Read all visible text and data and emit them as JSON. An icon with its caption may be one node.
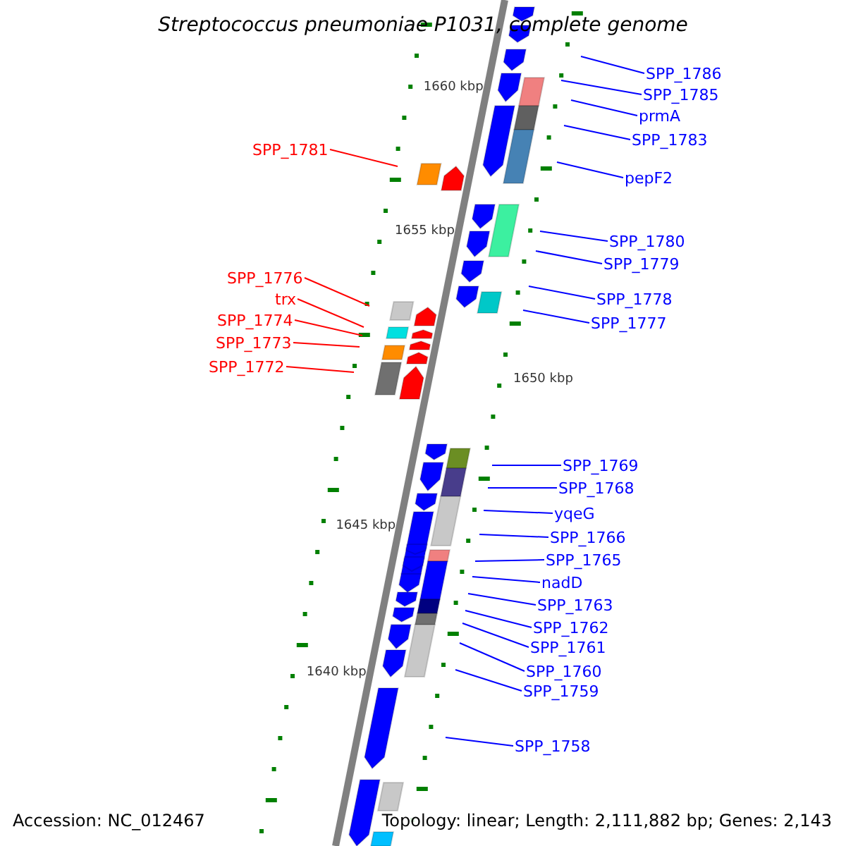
{
  "diagram": {
    "title": "Streptococcus pneumoniae P1031, complete genome",
    "nodes": [
      {
        "text": [
          "SPP_1786"
        ]
      },
      {
        "text": [
          "SPP_1785"
        ]
      },
      {
        "text": [
          "prmA"
        ]
      },
      {
        "text": [
          "SPP_1783"
        ]
      },
      {
        "text": [
          "SPP_1781"
        ]
      },
      {
        "text": [
          "pepF2"
        ]
      },
      {
        "text": [
          "SPP_1780"
        ]
      },
      {
        "text": [
          "SPP_1779"
        ]
      },
      {
        "text": [
          "SPP_1776"
        ]
      },
      {
        "text": [
          "SPP_1778"
        ]
      },
      {
        "text": [
          "trx"
        ]
      },
      {
        "text": [
          "SPP_1774"
        ]
      },
      {
        "text": [
          "SPP_1777"
        ]
      },
      {
        "text": [
          "SPP_1773"
        ]
      },
      {
        "text": [
          "SPP_1772"
        ]
      },
      {
        "text": [
          "SPP_1769"
        ]
      },
      {
        "text": [
          "SPP_1768"
        ]
      },
      {
        "text": [
          "yqeG"
        ]
      },
      {
        "text": [
          "SPP_1766"
        ]
      },
      {
        "text": [
          "SPP_1765"
        ]
      },
      {
        "text": [
          "nadD"
        ]
      },
      {
        "text": [
          "SPP_1763"
        ]
      },
      {
        "text": [
          "SPP_1762"
        ]
      },
      {
        "text": [
          "SPP_1761"
        ]
      },
      {
        "text": [
          "SPP_1760"
        ]
      },
      {
        "text": [
          "SPP_1759"
        ]
      },
      {
        "text": [
          "SPP_1758"
        ]
      }
    ],
    "edges": [
      {
        "from": 0,
        "to": null,
        "arrow": "none"
      },
      {
        "from": 1,
        "to": null,
        "arrow": "none"
      },
      {
        "from": 2,
        "to": null,
        "arrow": "none"
      },
      {
        "from": 3,
        "to": null,
        "arrow": "none"
      },
      {
        "from": 4,
        "to": null,
        "arrow": "none",
        "color": "#ff0000"
      },
      {
        "from": 5,
        "to": null,
        "arrow": "none"
      },
      {
        "from": 6,
        "to": null,
        "arrow": "none"
      },
      {
        "from": 7,
        "to": null,
        "arrow": "none"
      },
      {
        "from": 8,
        "to": null,
        "arrow": "none",
        "color": "#ff0000"
      },
      {
        "from": 9,
        "to": null,
        "arrow": "none"
      },
      {
        "from": 10,
        "to": null,
        "arrow": "none",
        "color": "#ff0000"
      },
      {
        "from": 11,
        "to": null,
        "arrow": "none",
        "color": "#ff0000"
      },
      {
        "from": 12,
        "to": null,
        "arrow": "none"
      },
      {
        "from": 13,
        "to": null,
        "arrow": "none",
        "color": "#ff0000"
      },
      {
        "from": 14,
        "to": null,
        "arrow": "none",
        "color": "#ff0000"
      },
      {
        "from": 15,
        "to": null,
        "arrow": "none"
      },
      {
        "from": 16,
        "to": null,
        "arrow": "none"
      },
      {
        "from": 17,
        "to": null,
        "arrow": "none"
      },
      {
        "from": 18,
        "to": null,
        "arrow": "none"
      },
      {
        "from": 19,
        "to": null,
        "arrow": "none"
      },
      {
        "from": 20,
        "to": null,
        "arrow": "none"
      },
      {
        "from": 21,
        "to": null,
        "arrow": "none"
      },
      {
        "from": 22,
        "to": null,
        "arrow": "none"
      },
      {
        "from": 23,
        "to": null,
        "arrow": "none"
      },
      {
        "from": 24,
        "to": null,
        "arrow": "none"
      },
      {
        "from": 25,
        "to": null,
        "arrow": "none"
      },
      {
        "from": 26,
        "to": null,
        "arrow": "none"
      }
    ],
    "labels": [
      "1660 kbp",
      "1655 kbp",
      "1650 kbp",
      "1645 kbp",
      "1640 kbp",
      "Accession: NC_012467",
      "Topology: linear; Length: 2,111,882 bp; Genes: 2,143"
    ]
  }
}
